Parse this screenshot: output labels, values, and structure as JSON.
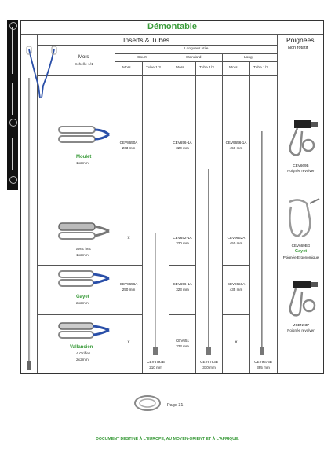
{
  "header": {
    "title": "Démontable",
    "inserts_tubes": "Inserts & Tubes",
    "poignees": "Poignées",
    "non_rotatif": "Non rotatif"
  },
  "columns": {
    "mors": "Mors",
    "echelle": "Echelle 1/1",
    "longueur_utile": "Longueur utile",
    "court": "Court",
    "standard": "Standard",
    "long": "Long",
    "sub_mors": "Mors",
    "sub_tube": "Tube 1/3"
  },
  "rows": [
    {
      "name": "Moulet",
      "desc": "1x2mm",
      "court_code": "CEV8650A",
      "court_len": "263 mm",
      "standard_code": "CEV656-1A",
      "standard_len": "320 mm",
      "long_code": "CEV9656-1A",
      "long_len": "450 mm"
    },
    {
      "name": "",
      "desc_line1": "avec bec",
      "desc": "1x2mm",
      "court_code": "x",
      "standard_code": "CEV652-1A",
      "standard_len": "320 mm",
      "long_code": "CEV9652A",
      "long_len": "450 mm"
    },
    {
      "name": "Gayet",
      "desc": "2x2mm",
      "court_code": "CEV8656A",
      "court_len": "250 mm",
      "standard_code": "CEV656-1A",
      "standard_len": "323 mm",
      "long_code": "CEV9656A",
      "long_len": "435 mm"
    },
    {
      "name": "Vallancien",
      "desc_line1": "A Griffes",
      "desc": "2x2mm",
      "court_code": "x",
      "standard_code": "CEV651",
      "standard_len": "323 mm",
      "long_code": "x"
    }
  ],
  "tubes": {
    "court_code": "CEV6793B",
    "court_len": "210 mm",
    "standard_code": "CEV6793B",
    "standard_len": "310 mm",
    "long_code": "CEV9673B",
    "long_len": "395 mm"
  },
  "handles": [
    {
      "code": "CEV669B",
      "label": "Poignée revolver"
    },
    {
      "code": "CEV669BG",
      "name": "Gayet",
      "label": "Poignée Ergonomique"
    },
    {
      "code": "MCEN93P",
      "label": "Poignée revolver"
    }
  ],
  "page": "Page 31",
  "footer": "DOCUMENT DESTINÉ À L'EUROPE, AU MOYEN-ORIENT ET À L'AFRIQUE."
}
